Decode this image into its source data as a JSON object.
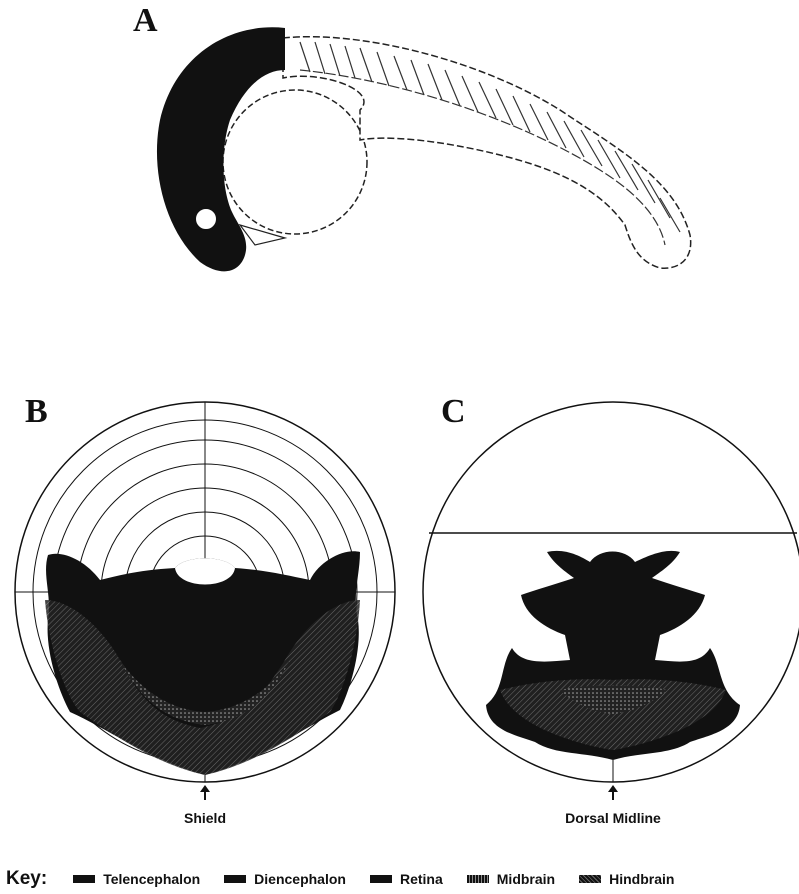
{
  "panels": {
    "a_label": "A",
    "b_label": "B",
    "c_label": "C"
  },
  "captions": {
    "b": "Shield",
    "c": "Dorsal Midline"
  },
  "key": {
    "title": "Key:",
    "items": [
      {
        "label": "Telencephalon",
        "pattern": "solid"
      },
      {
        "label": "Diencephalon",
        "pattern": "solid"
      },
      {
        "label": "Retina",
        "pattern": "solid"
      },
      {
        "label": "Midbrain",
        "pattern": "dotted"
      },
      {
        "label": "Hindbrain",
        "pattern": "hatched"
      }
    ]
  }
}
